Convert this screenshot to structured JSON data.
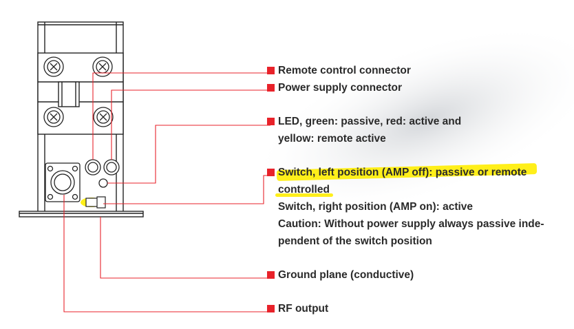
{
  "colors": {
    "leader_line": "#e8222a",
    "marker": "#e8222a",
    "highlight": "#ffef1a",
    "text": "#2a2a2a",
    "outline": "#222222"
  },
  "callouts": [
    {
      "id": "remote",
      "lines": [
        "Remote control connector"
      ]
    },
    {
      "id": "power",
      "lines": [
        "Power supply connector"
      ]
    },
    {
      "id": "led",
      "lines": [
        "LED, green: passive, red: active and",
        "yellow: remote active"
      ]
    },
    {
      "id": "switch",
      "lines": [
        "Switch, left position (AMP off): passive or remote",
        "controlled",
        "Switch, right position (AMP on): active",
        "Caution: Without power supply always passive inde-",
        "pendent of the switch position"
      ]
    },
    {
      "id": "ground",
      "lines": [
        "Ground plane (conductive)"
      ]
    },
    {
      "id": "rf",
      "lines": [
        "RF output"
      ]
    }
  ]
}
